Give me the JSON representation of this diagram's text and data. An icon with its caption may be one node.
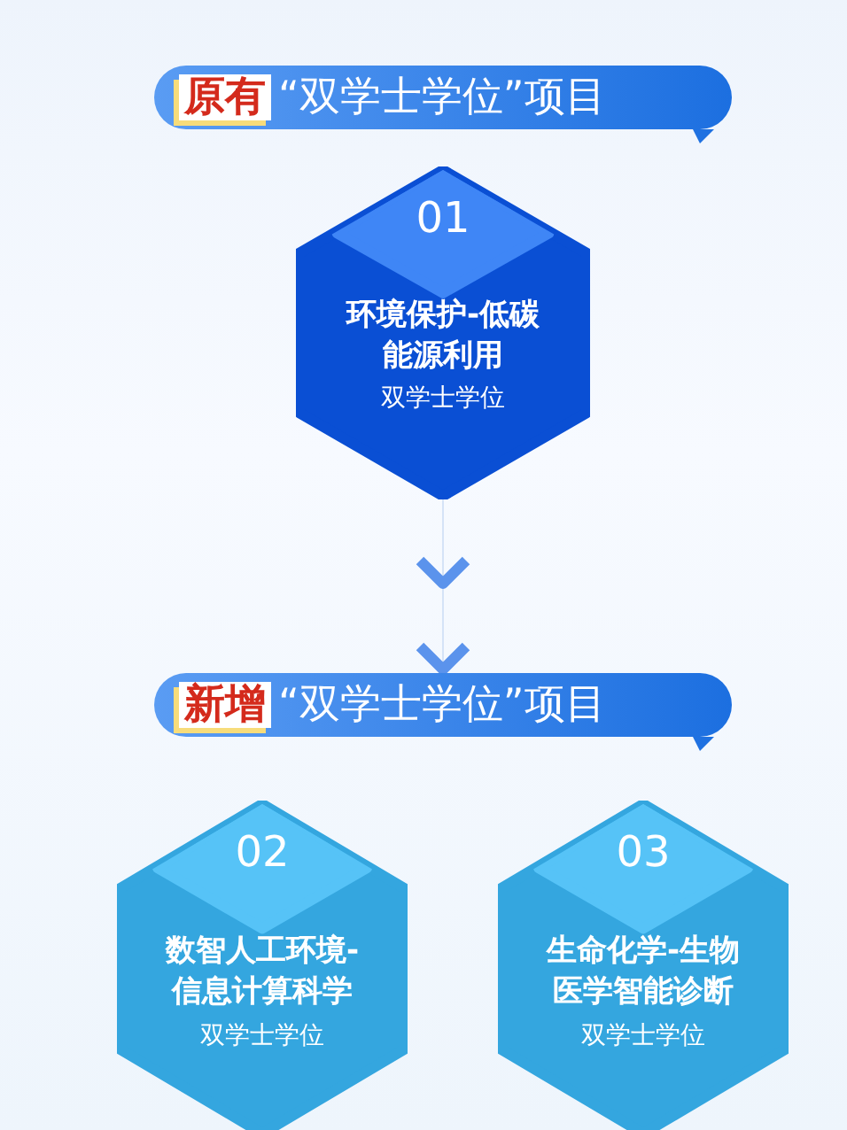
{
  "diagram": {
    "nodes": [
      {
        "text": [
          "**原有**“双学士学位”项目"
        ]
      },
      {
        "text": [
          "01",
          "环境保护-低碳能源利用",
          "双学士学位"
        ]
      },
      {
        "text": [
          "**新增**“双学士学位”项目"
        ]
      },
      {
        "text": [
          "02",
          "数智人工环境-信息计算科学",
          "双学士学位"
        ]
      },
      {
        "text": [
          "03",
          "生命化学-生物医学智能诊断",
          "双学士学位"
        ]
      }
    ],
    "edges": [
      {
        "from": 1,
        "to": 2,
        "arrow": "to"
      }
    ]
  }
}
